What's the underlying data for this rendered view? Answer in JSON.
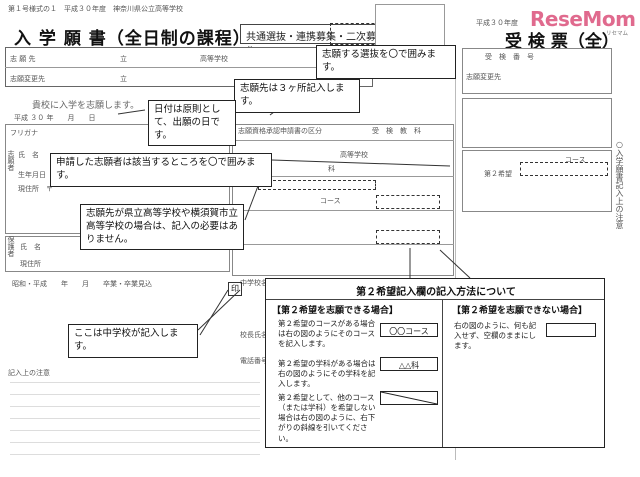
{
  "header": {
    "top_left": "第１号様式の１　平成３０年度　神奈川県公立高等学校",
    "title": "入 学 願 書（全日制の課程）",
    "selection_label": "共通選抜・連携募集・二次募集",
    "exam_year": "平成３０年度",
    "exam_title": "受 検 票（全）",
    "logo": "ReseMom",
    "logo_sub": "リセマム"
  },
  "form": {
    "school_choice": "志 願 先",
    "school_change": "志願変更先",
    "prefecture": "立",
    "school_suffix": "高等学校",
    "request_text": "貴校に入学を志願します。",
    "date_line": "平成 ３０ 年　　月　　日",
    "furigana": "フリガナ",
    "name": "氏　名",
    "birth": "生年月日",
    "address": "現住所　〒",
    "guardian": "保護者",
    "guardian_name": "氏　名",
    "guardian_address": "現住所",
    "grad_line": "昭和・平成　　年　　月　　卒業・卒業見込",
    "applicant_label": "志願者",
    "exam_no": "受　検　番　号",
    "course": "コース",
    "high_school": "高等学校",
    "second_choice": "第２希望",
    "ka": "科",
    "photo_mark": "印",
    "qualification": "志願資格承認申請書の区分",
    "exam_subject": "受　検　教　科",
    "junior_high": "中学校名",
    "principal": "校長氏名",
    "phone": "電話番号",
    "notes_title": "記入上の注意",
    "notes_side": "○入学願書記入上の注意"
  },
  "callouts": {
    "c1": "志願する選抜を〇で囲みます。",
    "c2": "志願先は３ヶ所記入します。",
    "c3": "日付は原則として、出願の日です。",
    "c4": "申請した志願者は該当するところを〇で囲みます。",
    "c5": "志願先が県立高等学校や横須賀市立高等学校の場合は、記入の必要はありません。",
    "c6": "ここは中学校が記入します。"
  },
  "instructions": {
    "title": "第２希望記入欄の記入方法について",
    "left_head": "【第２希望を志願できる場合】",
    "right_head": "【第２希望を志願できない場合】",
    "row1_text": "第２希望のコースがある場合は右の図のようにそのコースを記入します。",
    "row1_box": "〇〇コース",
    "row2_text": "第２希望の学科がある場合は右の図のようにその学科を記入します。",
    "row2_box": "△△科",
    "row3_text": "第２希望として、他のコース（または学科）を希望しない場合は右の図のように、右下がりの斜線を引いてください。",
    "right_text": "右の図のように、何も記入せず、空欄のままにします。"
  }
}
